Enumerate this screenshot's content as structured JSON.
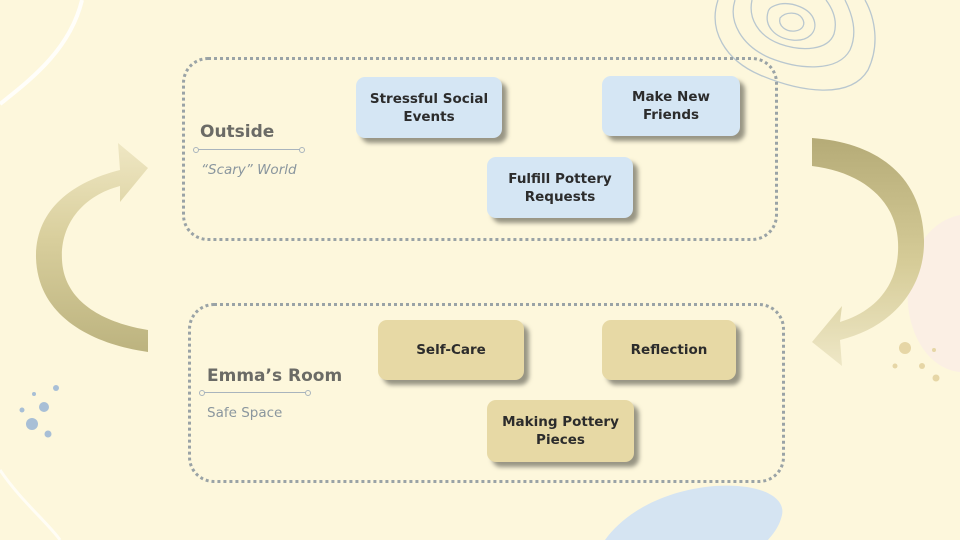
{
  "colors": {
    "background": "#fdf7dc",
    "outside_card": "#d5e6f4",
    "room_card": "#e7d9a5",
    "arrow": "#bcb37f",
    "dotted_border": "#9aa3a6"
  },
  "outside": {
    "title": "Outside",
    "subtitle": "“Scary” World",
    "cards": [
      "Stressful Social\nEvents",
      "Make New\nFriends",
      "Fulfill Pottery\nRequests"
    ]
  },
  "room": {
    "title": "Emma’s Room",
    "subtitle": "Safe Space",
    "cards": [
      "Self-Care",
      "Reflection",
      "Making Pottery\nPieces"
    ]
  }
}
